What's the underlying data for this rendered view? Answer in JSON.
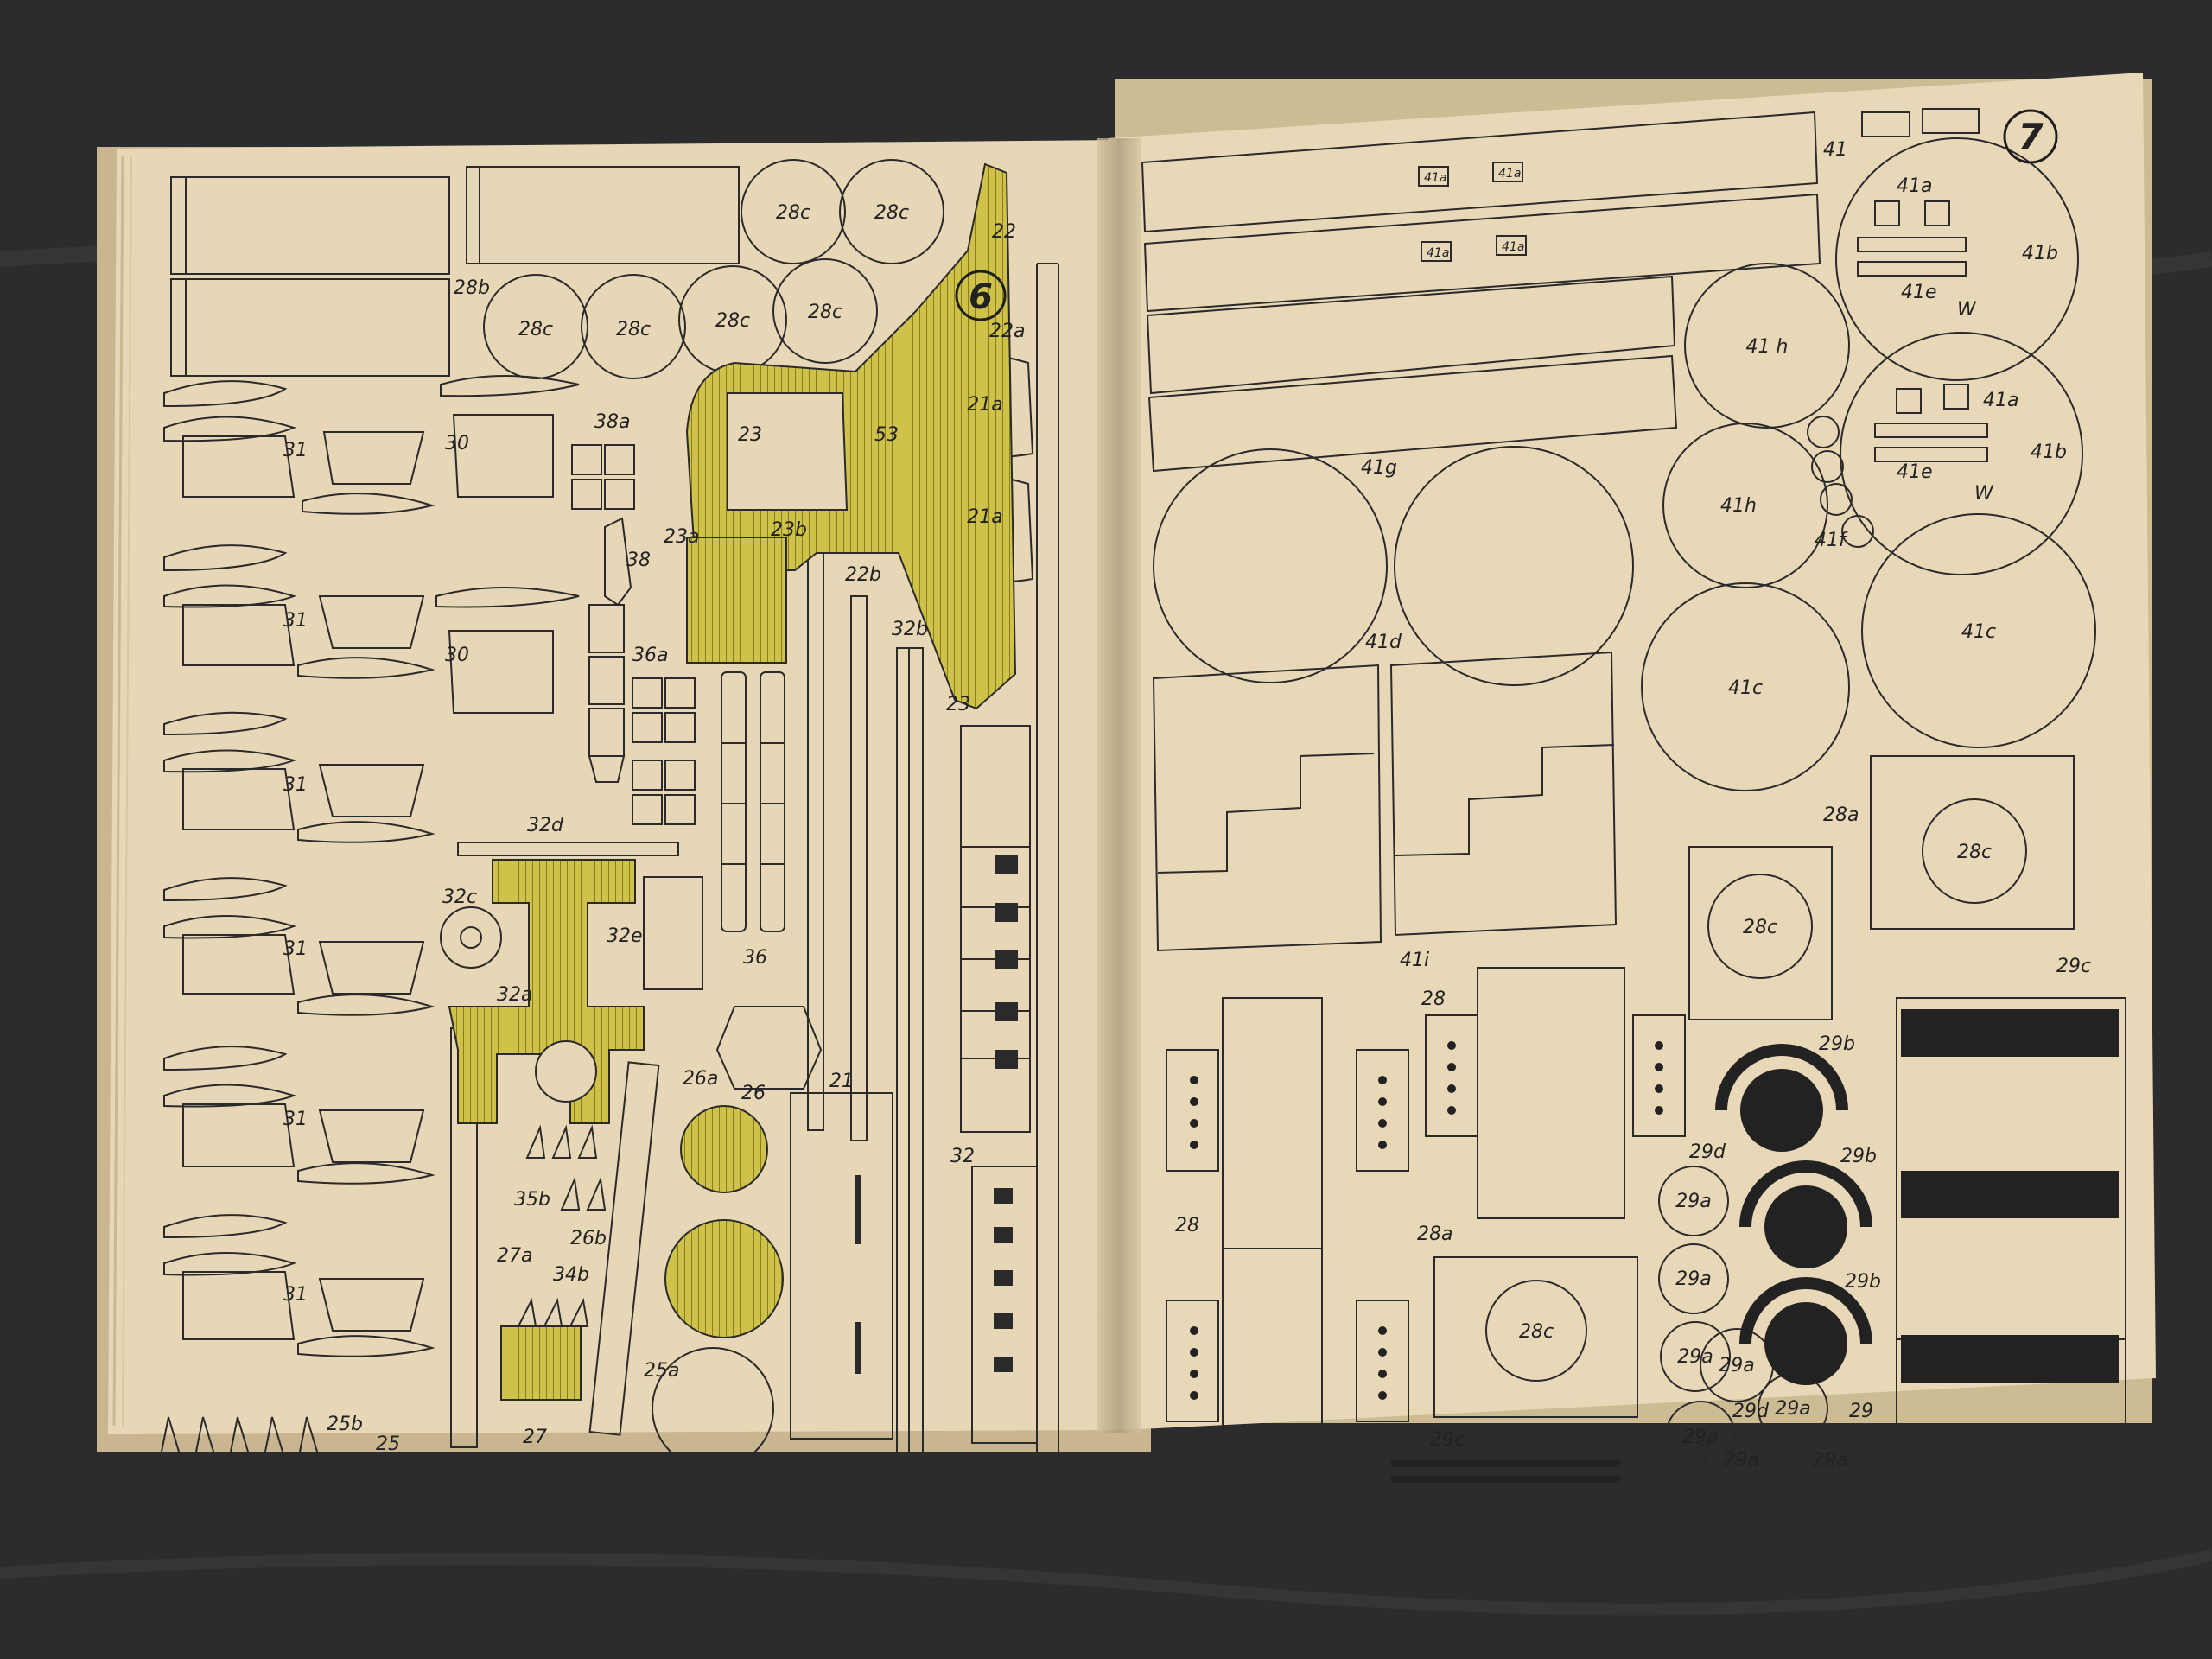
{
  "photo": {
    "background_color": "#2c2c2e",
    "paper_color": "#e6d6b6",
    "ink_color": "#2a2a2a",
    "yellow_print_color": "#cfc24a",
    "black_print_color": "#222222"
  },
  "left_page": {
    "page_number": "6",
    "part_labels": {
      "p28b": "28b",
      "p28c_1": "28c",
      "p28c_2": "28c",
      "p28c_3": "28c",
      "p28c_4": "28c",
      "p28c_5": "28c",
      "p28c_6": "28c",
      "p22": "22",
      "p22a": "22a",
      "p31_1": "31",
      "p31_2": "31",
      "p31_3": "31",
      "p31_4": "31",
      "p31_5": "31",
      "p31_6": "31",
      "p30_1": "30",
      "p30_2": "30",
      "p38a": "38a",
      "p38": "38",
      "p36a": "36a",
      "p36": "36",
      "p23": "23",
      "p23_2": "23",
      "p23a": "23a",
      "p23b": "23b",
      "p53": "53",
      "p21a_1": "21a",
      "p21a_2": "21a",
      "p22b": "22b",
      "p32b": "32b",
      "p32d": "32d",
      "p32c": "32c",
      "p32e": "32e",
      "p32a": "32a",
      "p32": "32",
      "p26a": "26a",
      "p26": "26",
      "p21": "21",
      "p35b": "35b",
      "p26b": "26b",
      "p27a": "27a",
      "p34b": "34b",
      "p27": "27",
      "p25a": "25a",
      "p25b": "25b",
      "p25": "25"
    }
  },
  "right_page": {
    "page_number": "7",
    "part_labels": {
      "p41": "41",
      "p41a_1": "41a",
      "p41a_2": "41a",
      "p41a_3": "41a",
      "p41a_4": "41a",
      "p41a_5": "41a",
      "p41a_6": "41a",
      "p41b_1": "41b",
      "p41b_2": "41b",
      "p41e_1": "41e",
      "p41e_2": "41e",
      "pW_1": "W",
      "pW_2": "W",
      "p41h_1": "41 h",
      "p41h_2": "41h",
      "p41g": "41g",
      "p41f": "41f",
      "p41d": "41d",
      "p41c_1": "41c",
      "p41c_2": "41c",
      "p41i": "41i",
      "p28a_1": "28a",
      "p28a_2": "28a",
      "p28c_1": "28c",
      "p28c_2": "28c",
      "p28c_3": "28c",
      "p28_1": "28",
      "p28_2": "28",
      "p29c_1": "29c",
      "p29c_2": "29c",
      "p29b_1": "29b",
      "p29b_2": "29b",
      "p29b_3": "29b",
      "p29d_1": "29d",
      "p29d_2": "29d",
      "p29": "29",
      "p29a_1": "29a",
      "p29a_2": "29a",
      "p29a_3": "29a",
      "p29a_4": "29a",
      "p29a_5": "29a",
      "p29a_6": "29a",
      "p29a_7": "29a",
      "p29a_8": "29a"
    }
  }
}
